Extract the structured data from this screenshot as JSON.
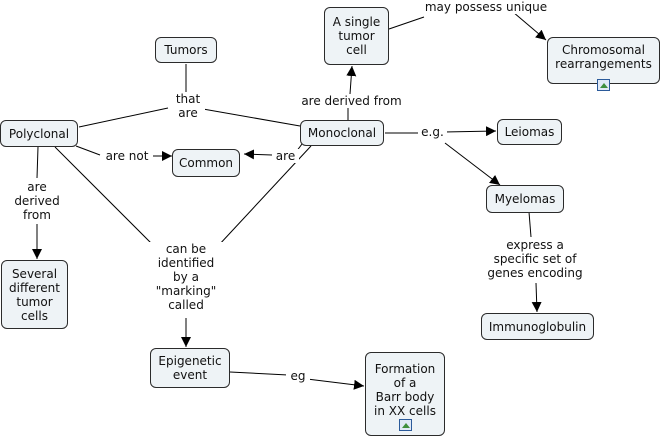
{
  "nodes": {
    "tumors": "Tumors",
    "polyclonal": "Polyclonal",
    "common": "Common",
    "monoclonal": "Monoclonal",
    "single_tumor_cell": "A single\ntumor\ncell",
    "chromosomal": "Chromosomal\nrearrangements",
    "leiomas": "Leiomas",
    "myelomas": "Myelomas",
    "immunoglobulin": "Immunoglobulin",
    "several_cells": "Several\ndifferent\ntumor\ncells",
    "epigenetic": "Epigenetic\nevent",
    "barr_body": "Formation\nof a\nBarr body\nin XX cells"
  },
  "links": {
    "that_are": "that\nare",
    "are_not": "are not",
    "are": "are",
    "are_derived_from_mono": "are derived from",
    "may_possess": "may possess unique",
    "eg": "e.g.",
    "are_derived_from_poly": "are\nderived\nfrom",
    "can_be_identified": "can be\nidentified\nby a\n\"marking\"\ncalled",
    "express": "express a\nspecific set of\ngenes encoding",
    "eg2": "eg"
  },
  "icons": [
    "image-resource-icon",
    "image-resource-icon"
  ],
  "colors": {
    "node_fill": "#eef3f6",
    "node_border": "#2b2b2b",
    "line": "#000000",
    "icon_blue": "#2b5a9a"
  }
}
